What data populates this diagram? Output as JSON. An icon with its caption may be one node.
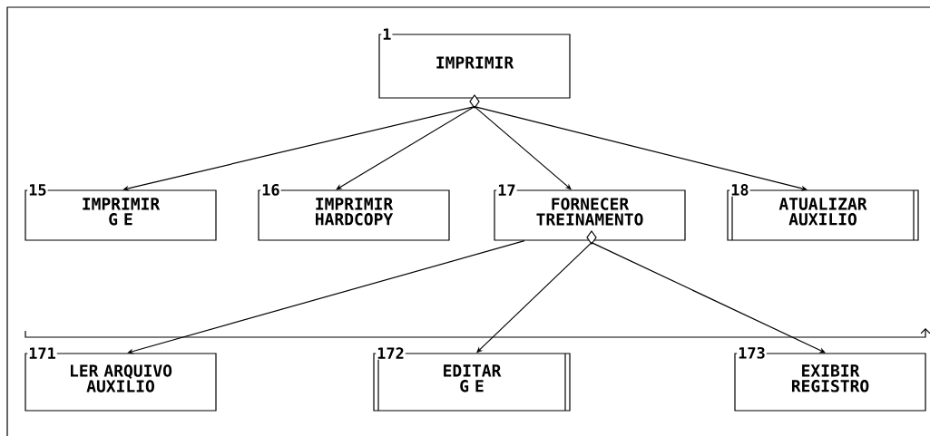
{
  "diagram": {
    "nodes": [
      {
        "text": [
          "IMPRIMIR"
        ],
        "beside": [
          "1"
        ]
      },
      {
        "text": [
          "IMPRIMIR G E"
        ],
        "beside": [
          "15"
        ]
      },
      {
        "text": [
          "IMPRIMIR HARDCOPY"
        ],
        "beside": [
          "16"
        ]
      },
      {
        "text": [
          "FORNECER TREINAMENTO"
        ],
        "beside": [
          "17"
        ]
      },
      {
        "text": [
          "ATUALIZAR AUXILIO"
        ],
        "beside": [
          "18"
        ]
      },
      {
        "text": [
          "LER ARQUIVO AUXILIO"
        ],
        "beside": [
          "171"
        ]
      },
      {
        "text": [
          "EDITAR G E"
        ],
        "beside": [
          "172"
        ]
      },
      {
        "text": [
          "EXIBIR REGISTRO"
        ],
        "beside": [
          "173"
        ]
      }
    ],
    "edges": [
      {
        "from": 0,
        "to": 1,
        "arrow": "to"
      },
      {
        "from": 0,
        "to": 2,
        "arrow": "to"
      },
      {
        "from": 0,
        "to": 3,
        "arrow": "to"
      },
      {
        "from": 0,
        "to": 4,
        "arrow": "to"
      },
      {
        "from": 3,
        "to": 5,
        "arrow": "to"
      },
      {
        "from": 3,
        "to": 6,
        "arrow": "to"
      },
      {
        "from": 3,
        "to": 7,
        "arrow": "to"
      }
    ]
  }
}
